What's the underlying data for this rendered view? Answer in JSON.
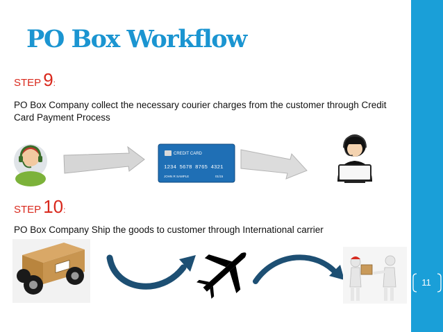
{
  "slide": {
    "title": "PO Box Workflow",
    "page_number": "11",
    "accent_color": "#1a9fd8",
    "step_color": "#d9281c"
  },
  "step9": {
    "word": "STEP",
    "number": "9",
    "colon": ":",
    "description": "PO Box Company collect the necessary courier charges from the customer through Credit Card Payment Process",
    "credit_card": {
      "header": "CREDIT CARD",
      "number": "1234 5678 8765 4321",
      "holder": "JOHN R SAMPLE",
      "expiry": "01/15"
    }
  },
  "step10": {
    "word": "STEP",
    "number": "10",
    "colon": ":",
    "description": "PO Box Company Ship the goods to customer through International carrier"
  },
  "icons": [
    "call-center-agent-icon",
    "arrow-right-icon",
    "credit-card-icon",
    "customer-at-computer-icon",
    "delivery-box-truck-icon",
    "curved-arrow-icon",
    "airplane-icon",
    "delivery-people-icon"
  ]
}
